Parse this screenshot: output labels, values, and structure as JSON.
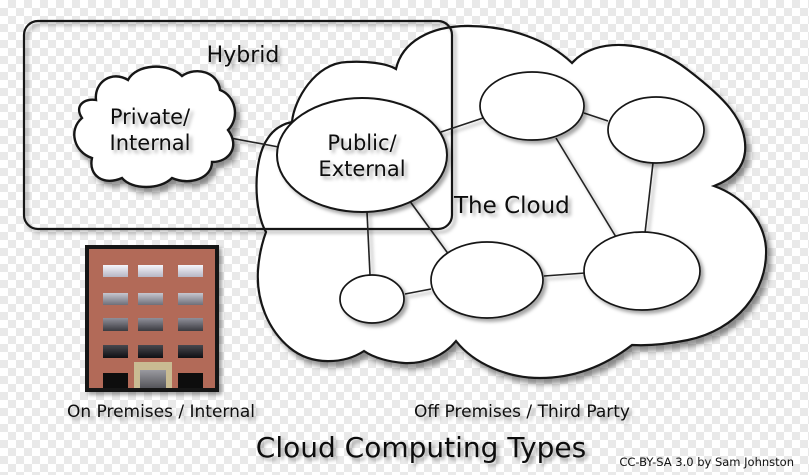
{
  "diagram": {
    "hybrid_label": "Hybrid",
    "private_cloud_label": {
      "line1": "Private/",
      "line2": "Internal"
    },
    "public_node_label": {
      "line1": "Public/",
      "line2": "External"
    },
    "big_cloud_label": "The Cloud",
    "on_premises_caption": "On Premises / Internal",
    "off_premises_caption": "Off Premises / Third Party"
  },
  "footer": {
    "title": "Cloud Computing Types",
    "credit": "CC-BY-SA 3.0 by Sam Johnston"
  },
  "colors": {
    "outline": "#161616",
    "shape_fill": "#ffffff",
    "checker_light": "#ffffff",
    "checker_gray": "#e9e9e9",
    "building_wall": "#b26b59",
    "building_border": "#121212",
    "door_frame": "#c9bb92",
    "window_black": "#0c0c0c"
  }
}
